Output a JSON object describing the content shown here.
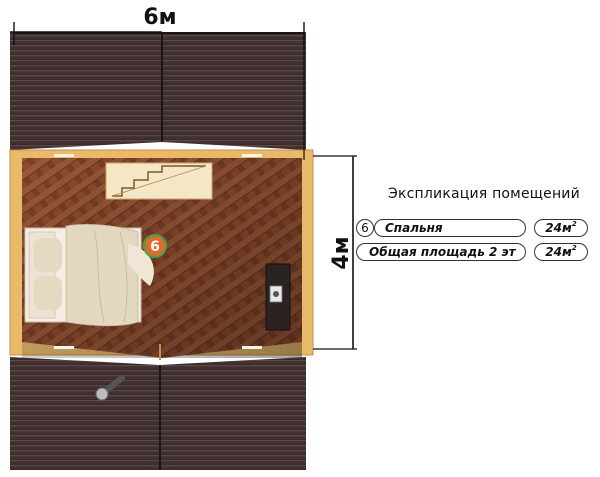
{
  "dimensions": {
    "width_label": "6м",
    "depth_label": "4м"
  },
  "room_marker": {
    "number": "6"
  },
  "explication": {
    "title": "Экспликация помещений",
    "rows": [
      {
        "number": "6",
        "name": "Спальня",
        "area": "24м",
        "area_sup": "2"
      },
      {
        "name": "Общая площадь 2 эт",
        "area": "24м",
        "area_sup": "2"
      }
    ]
  },
  "colors": {
    "roof": "#3b2b2b",
    "roof_line": "#5a4646",
    "wall_timber": "#e9b96c",
    "floor": "#8a4b2e",
    "marker": "#e06a2b",
    "marker_ring": "#3aa64a"
  }
}
